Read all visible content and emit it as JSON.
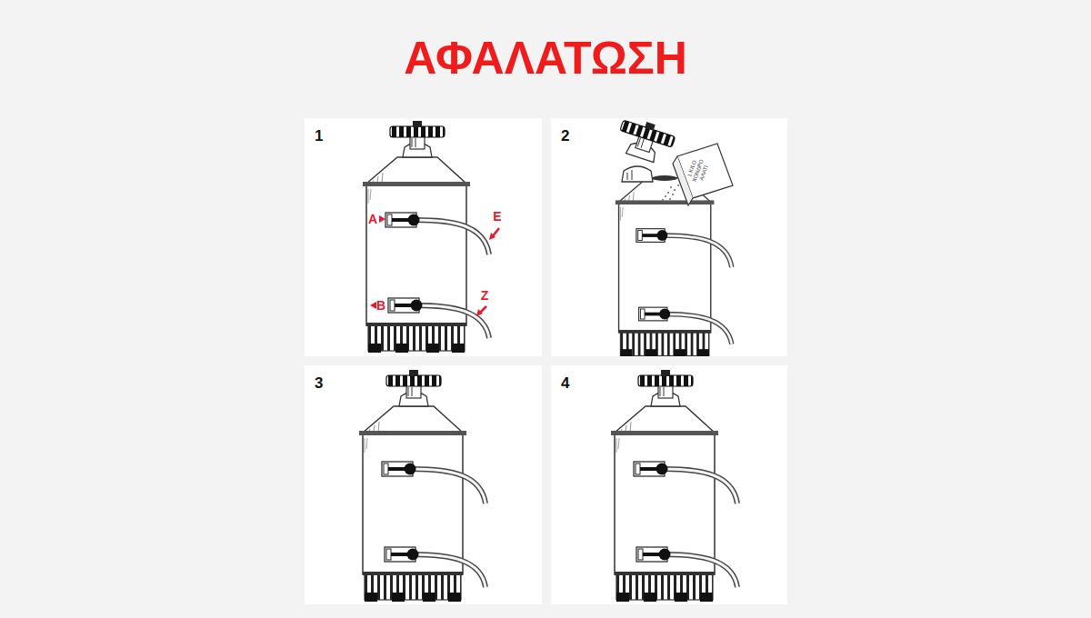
{
  "diagram": {
    "title": "ΑΦΑΛΑΤΩΣΗ",
    "nodes": [
      {
        "text": [
          "1"
        ]
      },
      {
        "text": [
          "2"
        ]
      },
      {
        "text": [
          "3"
        ]
      },
      {
        "text": [
          "4"
        ]
      }
    ],
    "labels": [
      "A",
      "E",
      "B",
      "Z",
      "1 KILO ΧΟΝΔΡΟ ΑΛΑΤΙ"
    ]
  }
}
